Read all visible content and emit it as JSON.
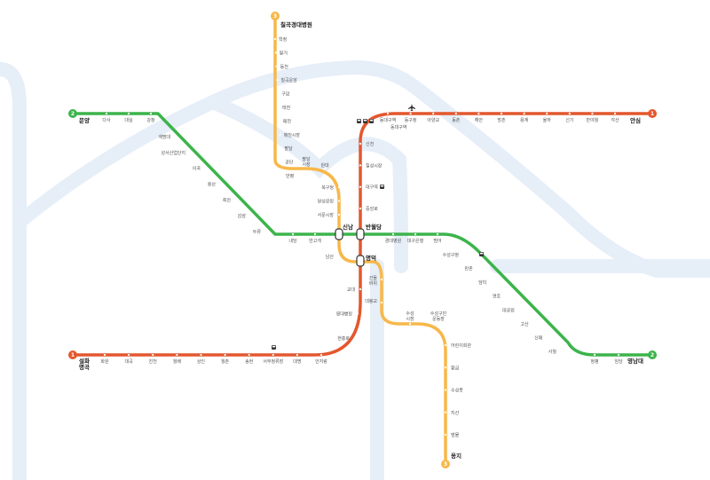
{
  "colors": {
    "line1": "#e4572e",
    "line2": "#3cb44b",
    "line3": "#f7b84a",
    "river": "#e6eef8"
  },
  "icons": {
    "bus": "bus-icon",
    "train": "train-icon",
    "airplane": "airplane-icon"
  },
  "line1": {
    "number": "1",
    "terminal_east": "안심",
    "terminal_west": "설화\n명곡",
    "stations_east": [
      "각산",
      "반야월",
      "신기",
      "율하",
      "용계",
      "방촌",
      "해안",
      "동촌",
      "아양교",
      "동구청",
      "동대구역"
    ],
    "stations_mid": [
      "신천",
      "칠성시장",
      "대구역",
      "중앙로"
    ],
    "transfer_jungang": "반월당",
    "transfer_myeongdeok": "명덕",
    "stations_south": [
      "교대",
      "영대병원",
      "현충로"
    ],
    "stations_west": [
      "안지랑",
      "대명",
      "서부정류장",
      "송현",
      "월촌",
      "상인",
      "월배",
      "진천",
      "대곡",
      "화원"
    ]
  },
  "line2": {
    "number": "2",
    "terminal_west": "문양",
    "terminal_east": "영남대",
    "stations_west": [
      "다사",
      "대실",
      "강창",
      "계명대",
      "성서산업단지",
      "이곡",
      "용산",
      "죽전",
      "감삼",
      "두류",
      "내당",
      "반고개"
    ],
    "transfer_sinnam": "신남",
    "stations_east": [
      "경대병원",
      "대구은행",
      "범어",
      "수성구청",
      "만촌",
      "담티",
      "연호",
      "대공원",
      "고산",
      "신매",
      "사월",
      "정평",
      "임당"
    ]
  },
  "line3": {
    "number": "3",
    "terminal_north": "칠곡경대병원",
    "terminal_south": "용지",
    "stations_north": [
      "학정",
      "팔거",
      "동천",
      "칠곡운암",
      "구암",
      "태전",
      "매천",
      "매천시장",
      "팔달",
      "공단",
      "만평"
    ],
    "stations_mid": [
      "팔달\n시장",
      "원대",
      "북구청",
      "달성공원",
      "서문시장"
    ],
    "stations_south": [
      "남산",
      "건들\n바위",
      "대봉교",
      "수성\n시장",
      "수성구민\n운동장",
      "어린이회관",
      "황금",
      "수성못",
      "지산",
      "범물"
    ]
  }
}
